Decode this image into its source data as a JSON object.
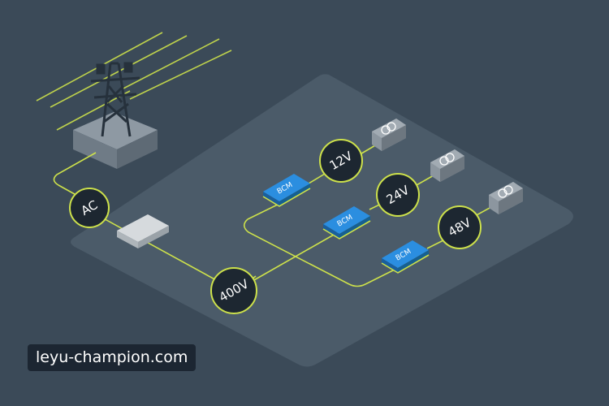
{
  "colors": {
    "background": "#3b4a58",
    "platform": "#4c5d6c",
    "wire": "#cde14b",
    "badge_fill": "#1d2731",
    "bcm_blue": "#1f7fd0",
    "device_gray": "#8c969f"
  },
  "nodes": {
    "ac": {
      "label": "AC"
    },
    "bus": {
      "label": "400V"
    },
    "rail_12": {
      "label": "12V"
    },
    "rail_24": {
      "label": "24V"
    },
    "rail_48": {
      "label": "48V"
    }
  },
  "bcm_modules": [
    {
      "label": "BCM"
    },
    {
      "label": "BCM"
    },
    {
      "label": "BCM"
    }
  ],
  "icons": {
    "tower": "power-tower-icon",
    "load": "load-device-icon"
  },
  "watermark": "leyu-champion.com"
}
